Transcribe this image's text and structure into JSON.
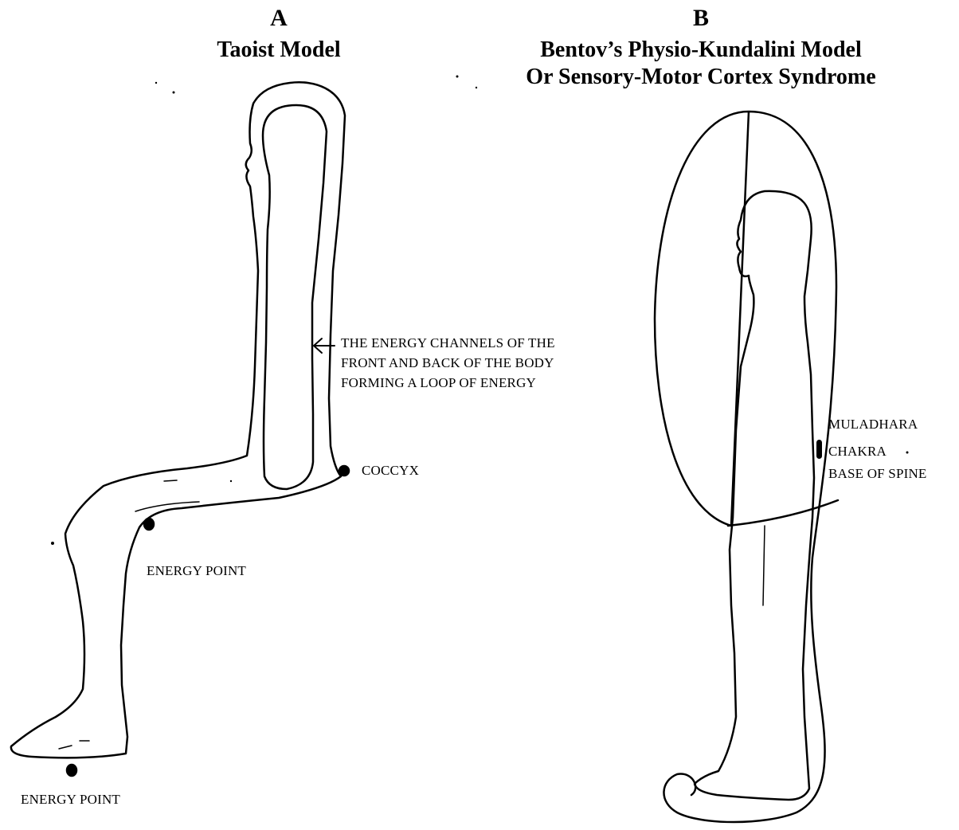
{
  "panel_a": {
    "letter": "A",
    "title": "Taoist Model",
    "annotations": {
      "channels_line1": "THE ENERGY CHANNELS OF THE",
      "channels_line2": "FRONT AND BACK OF THE BODY",
      "channels_line3": "FORMING A LOOP OF ENERGY",
      "coccyx": "COCCYX",
      "energy_point_knee": "ENERGY POINT",
      "energy_point_foot": "ENERGY POINT"
    }
  },
  "panel_b": {
    "letter": "B",
    "title_line1": "Bentov’s Physio-Kundalini Model",
    "title_line2": "Or Sensory-Motor Cortex Syndrome",
    "annotations": {
      "muladhara": "MULADHARA",
      "chakra": "CHAKRA",
      "base_of_spine": "BASE OF SPINE"
    }
  },
  "colors": {
    "ink": "#000000",
    "background": "#ffffff"
  }
}
